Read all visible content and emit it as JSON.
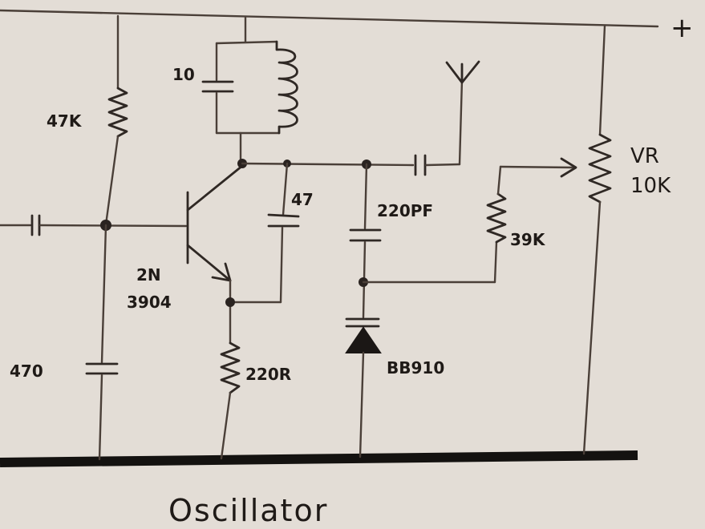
{
  "title": "Oscillator",
  "supply_symbol": "+",
  "components": {
    "r_bias": "47K",
    "cap_tank": "10",
    "cap_feedback": "47",
    "cap_coupling": "220PF",
    "transistor_line1": "2N",
    "transistor_line2": "3904",
    "cap_base": "470",
    "r_emitter": "220R",
    "varicap": "BB910",
    "r_tune": "39K",
    "pot_line1": "VR",
    "pot_line2": "10K"
  },
  "colors": {
    "paper": "#e3ddd6",
    "wire": "#4a3f38",
    "ink": "#1f1a17"
  }
}
